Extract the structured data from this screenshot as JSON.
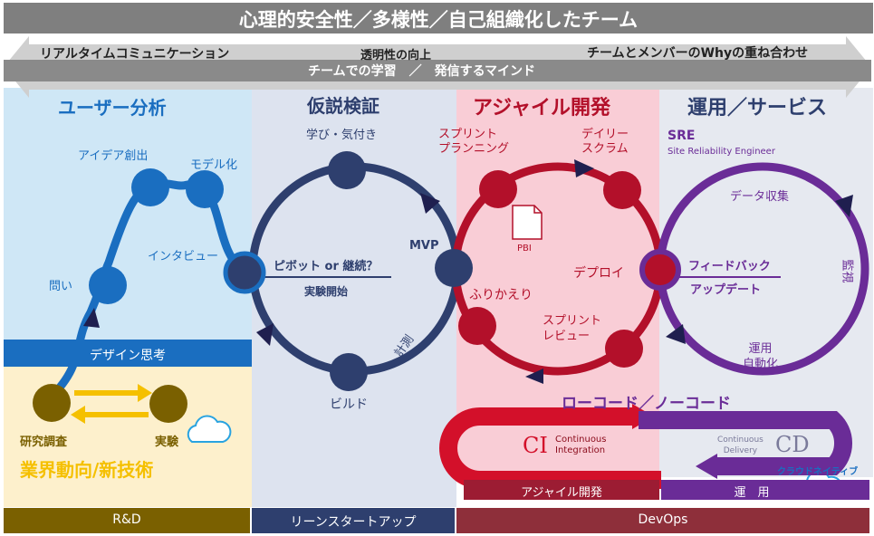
{
  "header": {
    "title": "心理的安全性／多様性／自己組織化したチーム",
    "arrow_items": [
      "リアルタイムコミュニケーション",
      "透明性の向上",
      "チームとメンバーのWhyの重ね合わせ"
    ],
    "arrow_bottom": "チームでの学習　／　発信するマインド"
  },
  "colors": {
    "blue": "#1a6ec0",
    "navy": "#2e3f6e",
    "crimson": "#b3102a",
    "purple": "#6a2c97",
    "gold": "#7a6000",
    "yellow": "#f5c000"
  },
  "user_analysis": {
    "title": "ユーザー分析",
    "nodes": [
      "アイデア創出",
      "モデル化",
      "インタビュー",
      "問い"
    ],
    "band": "デザイン思考"
  },
  "rnd": {
    "title": "業界動向/新技術",
    "left": "研究調査",
    "right": "実験"
  },
  "hypothesis": {
    "title": "仮説検証",
    "top": "学び・気付き",
    "pivot": "ピボット or 継続？",
    "start": "実験開始",
    "mvp": "MVP",
    "measure": "計測",
    "build": "ビルド"
  },
  "agile": {
    "title": "アジャイル開発",
    "planning": "スプリント\nプランニング",
    "daily": "デイリー\nスクラム",
    "pbi": "PBI",
    "deploy": "デプロイ",
    "retro": "ふりかえり",
    "review": "スプリント\nレビュー"
  },
  "ops": {
    "title": "運用／サービス",
    "sre": "SRE",
    "sre_full": "Site Reliability Engineer",
    "collect": "データ収集",
    "feedback": "フィードバック",
    "update": "アップデート",
    "monitor": "監視",
    "auto": "運用\n自動化"
  },
  "cicd": {
    "lowcode": "ローコード／ノーコード",
    "ci": "CI",
    "ci_full": "Continuous\nIntegration",
    "cd": "CD",
    "cd_full": "Continuous\nDelivery",
    "cloud_native": "クラウドネイティブ",
    "agile_label": "アジャイル開発",
    "ops_label": "運　用"
  },
  "footer": {
    "rnd": "R&D",
    "lean": "リーンスタートアップ",
    "devops": "DevOps"
  },
  "icons": [
    "pbi-document-icon",
    "cloud-icon"
  ]
}
